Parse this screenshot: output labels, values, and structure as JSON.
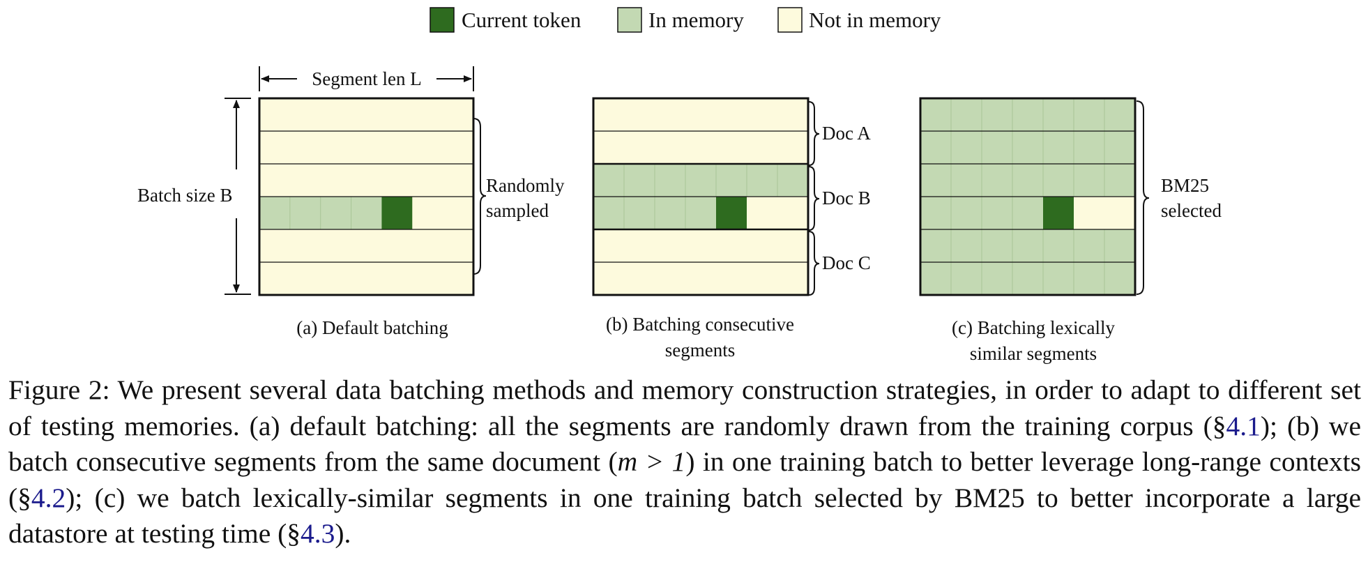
{
  "colors": {
    "current_token": "#2e6b1f",
    "in_memory": "#c3d9b3",
    "not_in_memory": "#fdfadd"
  },
  "legend": [
    {
      "label": "Current token"
    },
    {
      "label": "In memory"
    },
    {
      "label": "Not in memory"
    }
  ],
  "annotations": {
    "segment_len": "Segment len L",
    "batch_size": "Batch size B",
    "random_line1": "Randomly",
    "random_line2": "sampled",
    "doc_a": "Doc A",
    "doc_b": "Doc B",
    "doc_c": "Doc C",
    "bm25_line1": "BM25",
    "bm25_line2": "selected"
  },
  "panels": [
    {
      "caption": [
        "(a) Default batching"
      ],
      "rows": [
        {
          "state": "not"
        },
        {
          "state": "not"
        },
        {
          "state": "not"
        },
        {
          "state": "current",
          "memory_cells": 4,
          "current_cell": 4
        },
        {
          "state": "not"
        },
        {
          "state": "not"
        }
      ]
    },
    {
      "caption": [
        "(b) Batching consecutive",
        "segments"
      ],
      "rows": [
        {
          "state": "not"
        },
        {
          "state": "not"
        },
        {
          "state": "memory"
        },
        {
          "state": "current",
          "memory_cells": 4,
          "current_cell": 4
        },
        {
          "state": "not"
        },
        {
          "state": "not"
        }
      ]
    },
    {
      "caption": [
        "(c) Batching lexically",
        "similar segments"
      ],
      "rows": [
        {
          "state": "memory"
        },
        {
          "state": "memory"
        },
        {
          "state": "memory"
        },
        {
          "state": "current",
          "memory_cells": 4,
          "current_cell": 4
        },
        {
          "state": "memory"
        },
        {
          "state": "memory"
        }
      ]
    }
  ],
  "caption": {
    "p1": "Figure 2: We present several data batching methods and memory construction strategies, in order to adapt to different set of testing memories. (a) default batching: all the segments are randomly drawn from the training corpus (§",
    "ref1": "4.1",
    "p2": "); (b) we batch consecutive segments from the same document (",
    "math": "m > 1",
    "p3": ") in one training batch to better leverage long-range contexts (§",
    "ref2": "4.2",
    "p4": "); (c) we batch lexically-similar segments in one training batch selected by BM25 to better incorporate a large datastore at testing time (§",
    "ref3": "4.3",
    "p5": ")."
  }
}
